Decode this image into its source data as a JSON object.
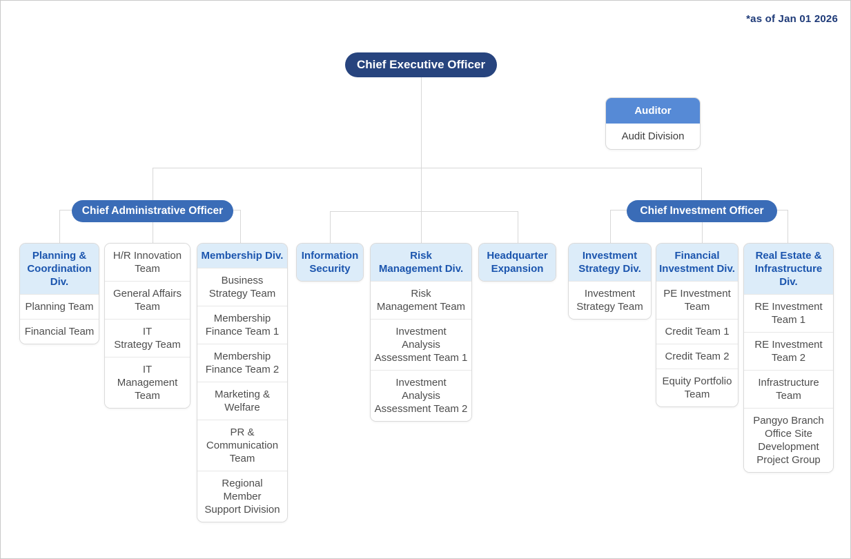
{
  "note": "*as of Jan 01 2026",
  "ceo": {
    "label": "Chief Executive Officer"
  },
  "auditor": {
    "title": "Auditor",
    "division": "Audit Division"
  },
  "officers": {
    "cao": "Chief Administrative Officer",
    "cio": "Chief Investment Officer"
  },
  "colors": {
    "ceo_bg": "#27447e",
    "officer_bg": "#3a6cb7",
    "auditor_bg": "#568ad6",
    "division_header_bg": "#dcecf9",
    "division_header_text": "#1b55ae",
    "team_text": "#4d4d4d",
    "connector_line": "#d7d7d7",
    "note_text": "#1e3a78"
  },
  "columns": [
    {
      "header": "Planning &\nCoordination\nDiv.",
      "items": [
        "Planning Team",
        "Financial Team"
      ]
    },
    {
      "header": null,
      "items": [
        "H/R Innovation\nTeam",
        "General Affairs\nTeam",
        "IT\nStrategy Team",
        "IT\nManagement\nTeam"
      ]
    },
    {
      "header": "Membership Div.",
      "items": [
        "Business\nStrategy Team",
        "Membership\nFinance Team 1",
        "Membership\nFinance Team 2",
        "Marketing &\nWelfare",
        "PR &\nCommunication\nTeam",
        "Regional\nMember\nSupport Division"
      ]
    },
    {
      "header": "Information\nSecurity",
      "items": []
    },
    {
      "header": "Risk\nManagement Div.",
      "items": [
        "Risk\nManagement Team",
        "Investment\nAnalysis\nAssessment Team 1",
        "Investment\nAnalysis\nAssessment Team 2"
      ]
    },
    {
      "header": "Headquarter\nExpansion",
      "items": []
    },
    {
      "header": "Investment\nStrategy Div.",
      "items": [
        "Investment\nStrategy Team"
      ]
    },
    {
      "header": "Financial\nInvestment Div.",
      "items": [
        "PE Investment\nTeam",
        "Credit Team 1",
        "Credit Team 2",
        "Equity Portfolio\nTeam"
      ]
    },
    {
      "header": "Real Estate &\nInfrastructure\nDiv.",
      "items": [
        "RE Investment\nTeam 1",
        "RE Investment\nTeam 2",
        "Infrastructure\nTeam",
        "Pangyo Branch\nOffice Site\nDevelopment\nProject Group"
      ]
    }
  ]
}
